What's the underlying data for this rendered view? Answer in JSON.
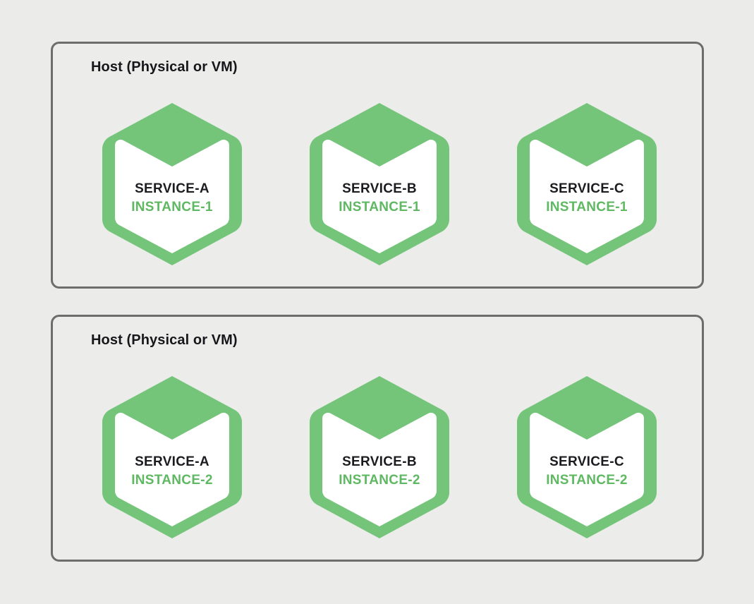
{
  "page": {
    "background_color": "#ebebe9",
    "accent_green": "#74c57a",
    "instance_text_color": "#5fb862",
    "service_text_color": "#1c1c20",
    "container_border_color": "#6d6d6d",
    "container_fill_color": "#ececea"
  },
  "hosts": [
    {
      "title": "Host (Physical or VM)",
      "nodes": [
        {
          "service": "SERVICE-A",
          "instance": "INSTANCE-1",
          "icon": "hexagon-box-icon"
        },
        {
          "service": "SERVICE-B",
          "instance": "INSTANCE-1",
          "icon": "hexagon-box-icon"
        },
        {
          "service": "SERVICE-C",
          "instance": "INSTANCE-1",
          "icon": "hexagon-box-icon"
        }
      ]
    },
    {
      "title": "Host (Physical or VM)",
      "nodes": [
        {
          "service": "SERVICE-A",
          "instance": "INSTANCE-2",
          "icon": "hexagon-box-icon"
        },
        {
          "service": "SERVICE-B",
          "instance": "INSTANCE-2",
          "icon": "hexagon-box-icon"
        },
        {
          "service": "SERVICE-C",
          "instance": "INSTANCE-2",
          "icon": "hexagon-box-icon"
        }
      ]
    }
  ]
}
